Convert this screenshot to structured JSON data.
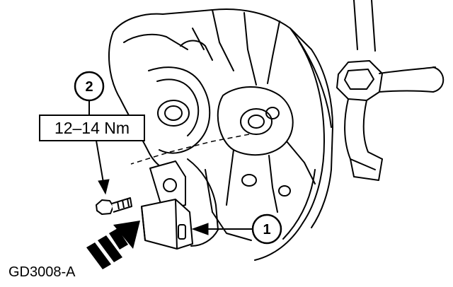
{
  "figure_id": "GD3008-A",
  "callouts": [
    {
      "number": "1"
    },
    {
      "number": "2"
    }
  ],
  "torque_spec": "12–14 Nm"
}
